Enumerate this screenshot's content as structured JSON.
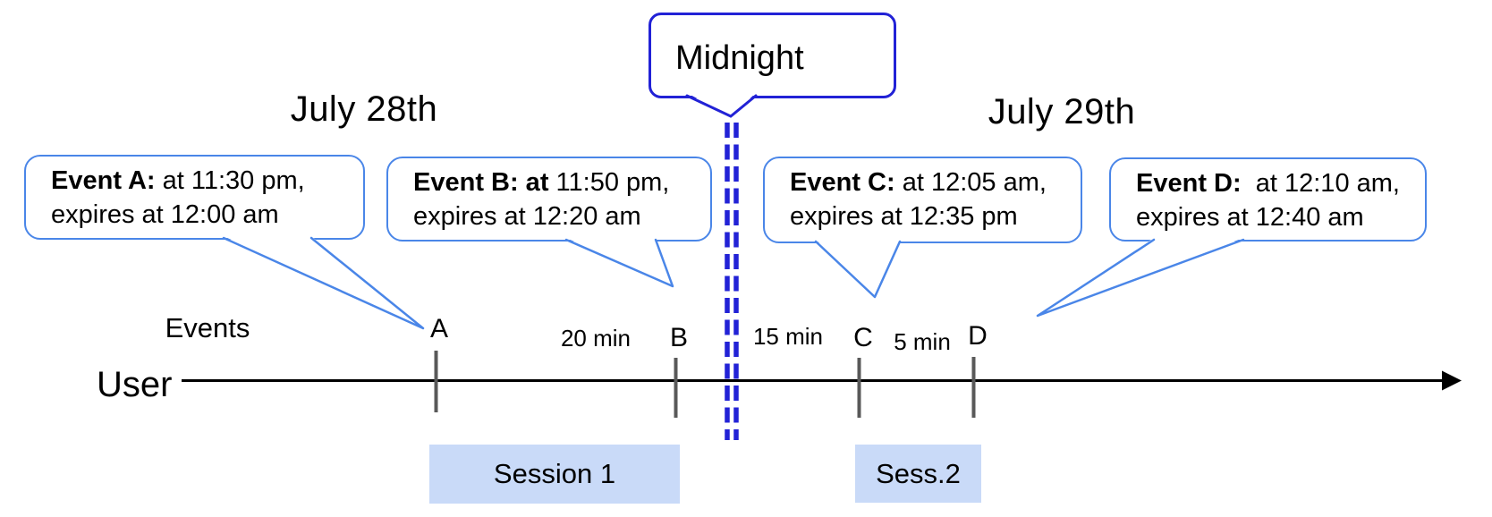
{
  "diagram": {
    "title_left_day": "July 28th",
    "title_right_day": "July 29th",
    "midnight_label": "Midnight",
    "events_axis_label": "Events",
    "user_axis_label": "User",
    "events": [
      {
        "id": "A",
        "bold": "Event A:",
        "regular": " at 11:30 pm,",
        "line2": "expires at 12:00 am",
        "tick_label": "A"
      },
      {
        "id": "B",
        "bold": "Event B: at",
        "regular": " 11:50 pm,",
        "line2": "expires at 12:20 am",
        "tick_label": "B"
      },
      {
        "id": "C",
        "bold": "Event C:",
        "regular": " at 12:05 am,",
        "line2": "expires at 12:35 pm",
        "tick_label": "C"
      },
      {
        "id": "D",
        "bold": "Event D:",
        "regular": "  at 12:10 am,",
        "line2": "expires at 12:40 am",
        "tick_label": "D"
      }
    ],
    "intervals": [
      {
        "label": "20 min"
      },
      {
        "label": "15 min"
      },
      {
        "label": "5 min"
      }
    ],
    "sessions": [
      {
        "label": "Session 1"
      },
      {
        "label": "Sess.2"
      }
    ],
    "colors": {
      "callout_border": "#4a86e8",
      "midnight_border": "#2222d6",
      "dashed_line": "#2222d6",
      "session_fill": "#c9daf8",
      "tick": "#595959",
      "timeline": "#000000"
    }
  }
}
